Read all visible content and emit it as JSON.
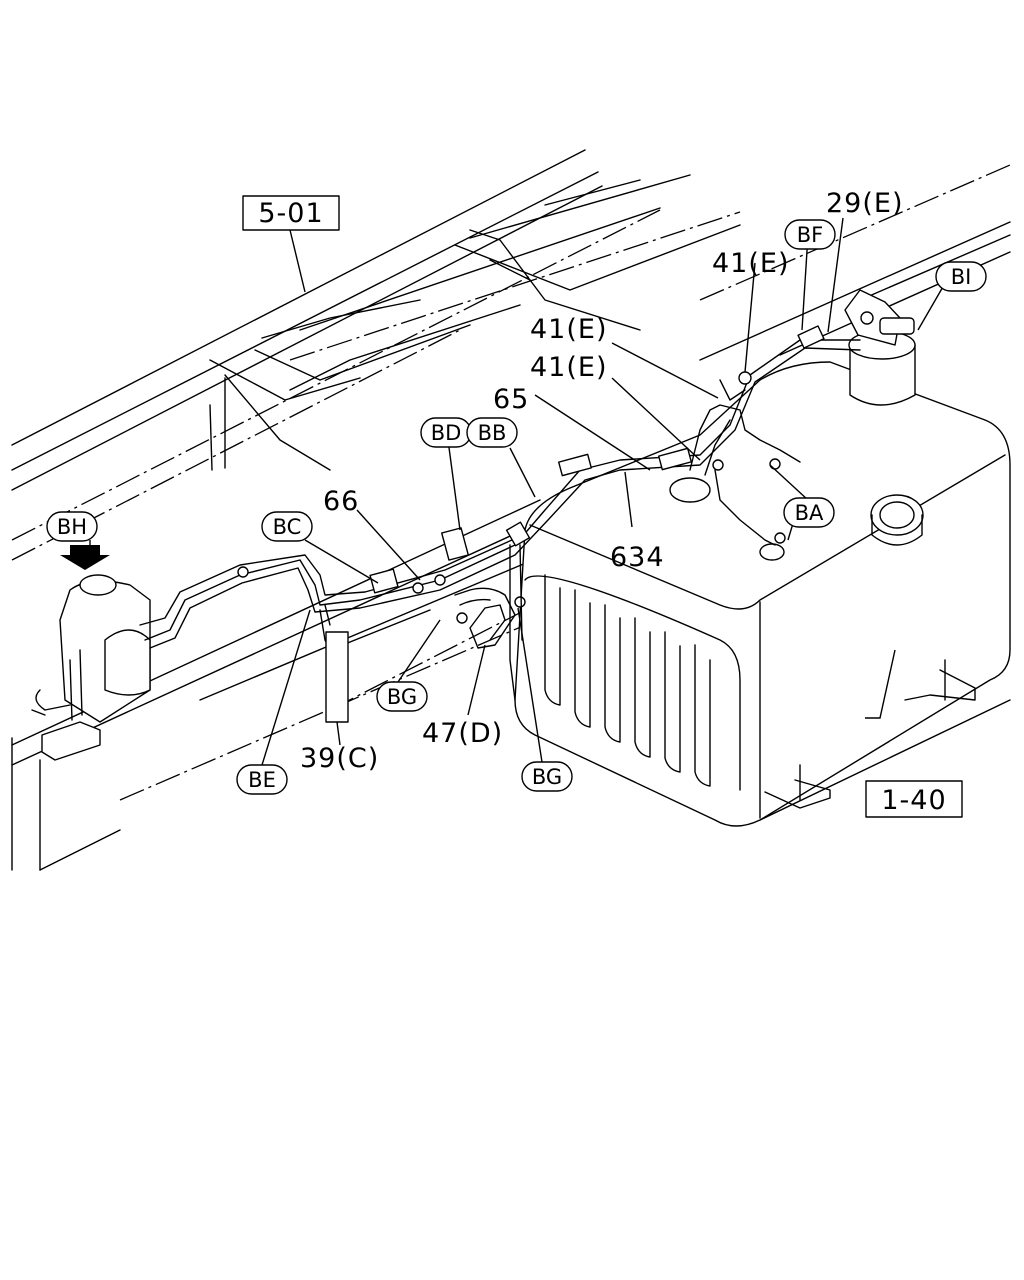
{
  "diagram": {
    "boxed_refs": [
      {
        "id": "ref-5-01",
        "text": "5-01"
      },
      {
        "id": "ref-1-40",
        "text": "1-40"
      }
    ],
    "callouts": [
      {
        "id": "BH",
        "text": "BH"
      },
      {
        "id": "BC",
        "text": "BC"
      },
      {
        "id": "BD",
        "text": "BD"
      },
      {
        "id": "BB",
        "text": "BB"
      },
      {
        "id": "BF",
        "text": "BF"
      },
      {
        "id": "BI",
        "text": "BI"
      },
      {
        "id": "BA",
        "text": "BA"
      },
      {
        "id": "BG1",
        "text": "BG"
      },
      {
        "id": "BG2",
        "text": "BG"
      },
      {
        "id": "BE",
        "text": "BE"
      }
    ],
    "part_numbers": [
      {
        "id": "p29E",
        "text": "29(E)"
      },
      {
        "id": "p41E-a",
        "text": "41(E)"
      },
      {
        "id": "p41E-b",
        "text": "41(E)"
      },
      {
        "id": "p41E-c",
        "text": "41(E)"
      },
      {
        "id": "p65",
        "text": "65"
      },
      {
        "id": "p66",
        "text": "66"
      },
      {
        "id": "p634",
        "text": "634"
      },
      {
        "id": "p47D",
        "text": "47(D)"
      },
      {
        "id": "p39C",
        "text": "39(C)"
      }
    ]
  }
}
